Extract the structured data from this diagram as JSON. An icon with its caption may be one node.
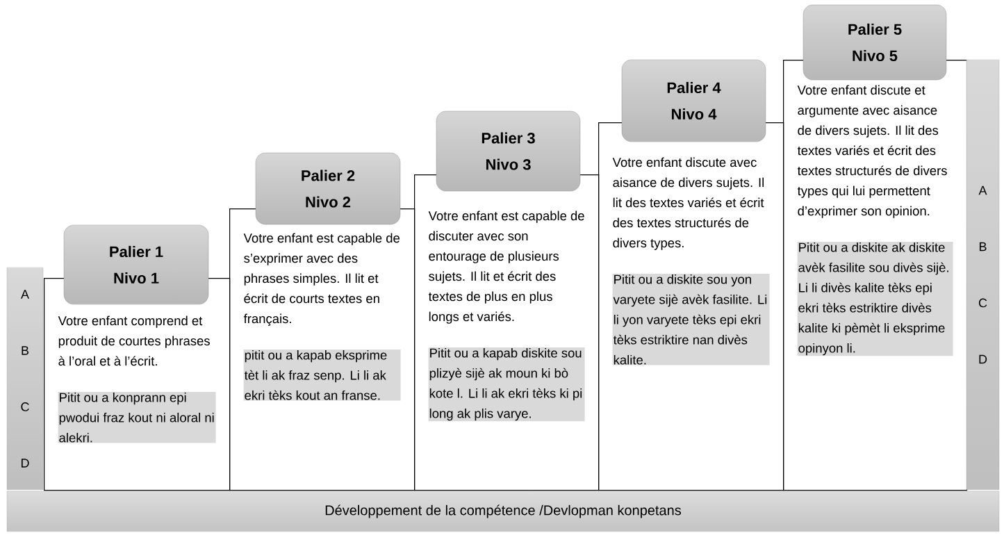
{
  "diagram": {
    "nodes": [
      {
        "text": [
          "A",
          "B",
          "C",
          "D"
        ]
      },
      {
        "text": [
          "Palier 1",
          "Nivo 1"
        ]
      },
      {
        "text": [
          "Votre enfant comprend et produit de courtes phrases à l’oral et à l’écrit.",
          "Pitit ou a konprann epi pwodui fraz kout ni aloral ni alekri."
        ]
      },
      {
        "text": [
          "Palier 2",
          "Nivo 2"
        ]
      },
      {
        "text": [
          "Votre enfant est capable de s’exprimer avec des phrases simples. Il lit et écrit de courts textes en français.",
          "pitit ou a kapab eksprime tèt li ak fraz senp. Li li ak ekri tèks kout an franse."
        ]
      },
      {
        "text": [
          "Palier 3",
          "Nivo 3"
        ]
      },
      {
        "text": [
          "Votre enfant est capable de discuter avec son entourage de plusieurs sujets. Il lit et écrit des textes de plus en plus longs et variés.",
          "Pitit ou a kapab diskite sou plizyè sijè ak moun ki bò kote l. Li li ak ekri tèks ki pi long ak plis varye."
        ]
      },
      {
        "text": [
          "Palier 4",
          "Nivo 4"
        ]
      },
      {
        "text": [
          "Votre enfant discute avec aisance de divers sujets. Il lit des textes variés et écrit des textes structurés de divers types.",
          "Pitit ou a diskite sou yon varyete sijè avèk fasilite. Li li yon varyete tèks epi ekri tèks estriktire nan divès kalite."
        ]
      },
      {
        "text": [
          "Palier 5",
          "Nivo 5"
        ]
      },
      {
        "text": [
          "Votre enfant discute et argumente avec aisance de divers sujets. Il lit des textes variés et écrit des textes structurés de divers types qui lui permettent d’exprimer son opinion.",
          "Pitit ou a diskite ak diskite avèk fasilite sou divès sijè. Li li divès kalite tèks epi ekri tèks estriktire divès kalite ki pèmèt li eksprime opinyon li."
        ]
      },
      {
        "text": [
          "A",
          "B",
          "C",
          "D"
        ]
      },
      {
        "text": [
          "Développement de la compétence /Devlopman konpetans"
        ]
      }
    ]
  }
}
